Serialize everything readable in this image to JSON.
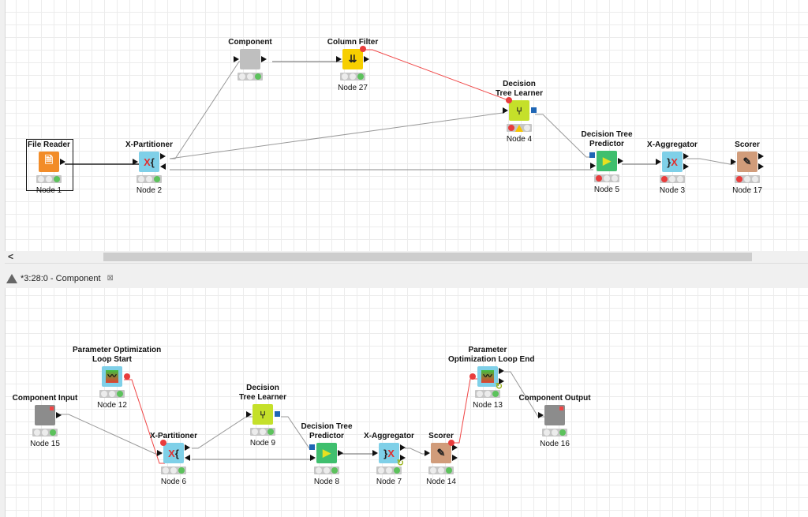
{
  "top_workflow": {
    "nodes": [
      {
        "id": "n1",
        "title": "File Reader",
        "label": "Node 1",
        "status": [
          "empty",
          "empty",
          "green"
        ]
      },
      {
        "id": "n2",
        "title": "X-Partitioner",
        "label": "Node 2",
        "status": [
          "empty",
          "empty",
          "green"
        ]
      },
      {
        "id": "comp",
        "title": "Component",
        "label": "",
        "status": [
          "empty",
          "empty",
          "green"
        ]
      },
      {
        "id": "n27",
        "title": "Column Filter",
        "label": "Node 27",
        "status": [
          "empty",
          "empty",
          "green"
        ]
      },
      {
        "id": "n4",
        "title_line1": "Decision",
        "title_line2": "Tree Learner",
        "label": "Node 4",
        "status": [
          "red",
          "warning",
          "empty"
        ]
      },
      {
        "id": "n5",
        "title_line1": "Decision Tree",
        "title_line2": "Predictor",
        "label": "Node 5",
        "status": [
          "red",
          "empty",
          "empty"
        ]
      },
      {
        "id": "n3",
        "title": "X-Aggregator",
        "label": "Node 3",
        "status": [
          "red",
          "empty",
          "empty"
        ]
      },
      {
        "id": "n17",
        "title": "Scorer",
        "label": "Node 17",
        "status": [
          "red",
          "empty",
          "empty"
        ]
      }
    ]
  },
  "scrollbar": {
    "left_arrow": "<"
  },
  "editor_tab": {
    "title": "*3:28:0 - Component",
    "close_icon": "⊠"
  },
  "bottom_workflow": {
    "nodes": [
      {
        "id": "n12",
        "title_line1": "Parameter Optimization",
        "title_line2": "Loop Start",
        "label": "Node 12",
        "status": [
          "empty",
          "empty",
          "green"
        ]
      },
      {
        "id": "n15",
        "title": "Component Input",
        "label": "Node 15",
        "status": [
          "empty",
          "empty",
          "green"
        ]
      },
      {
        "id": "n6",
        "title": "X-Partitioner",
        "label": "Node 6",
        "status": [
          "empty",
          "empty",
          "green"
        ]
      },
      {
        "id": "n9",
        "title_line1": "Decision",
        "title_line2": "Tree Learner",
        "label": "Node 9",
        "status": [
          "empty",
          "empty",
          "green"
        ]
      },
      {
        "id": "n8",
        "title_line1": "Decision Tree",
        "title_line2": "Predictor",
        "label": "Node 8",
        "status": [
          "empty",
          "empty",
          "green"
        ]
      },
      {
        "id": "n7",
        "title": "X-Aggregator",
        "label": "Node 7",
        "status": [
          "empty",
          "empty",
          "green"
        ]
      },
      {
        "id": "n14",
        "title": "Scorer",
        "label": "Node 14",
        "status": [
          "empty",
          "empty",
          "green"
        ]
      },
      {
        "id": "n13",
        "title_line1": "Parameter",
        "title_line2": "Optimization Loop End",
        "label": "Node 13",
        "status": [
          "empty",
          "empty",
          "green"
        ]
      },
      {
        "id": "n16",
        "title": "Component Output",
        "label": "Node 16",
        "status": [
          "empty",
          "empty",
          "green"
        ]
      }
    ]
  },
  "colors": {
    "file_reader": "#f28c28",
    "partitioner": "#7fd0e8",
    "component": "#bfbfbf",
    "column_filter": "#f7cf00",
    "learner": "#c5e02a",
    "predictor": "#3fbf6e",
    "scorer": "#d19c7a",
    "component_io": "#8c8c8c",
    "flow_variable": "#f04545",
    "model_port": "#1f66b5"
  }
}
